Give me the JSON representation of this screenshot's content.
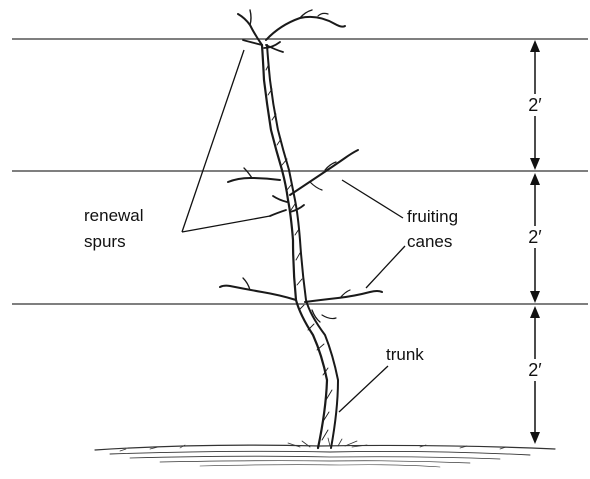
{
  "labels": {
    "renewal_line1": "renewal",
    "renewal_line2": "spurs",
    "fruiting_line1": "fruiting",
    "fruiting_line2": "canes",
    "trunk": "trunk"
  },
  "dimensions": {
    "top": "2′",
    "middle": "2′",
    "bottom": "2′"
  },
  "colors": {
    "ink": "#111111",
    "wire": "#555555",
    "paper": "#ffffff"
  }
}
